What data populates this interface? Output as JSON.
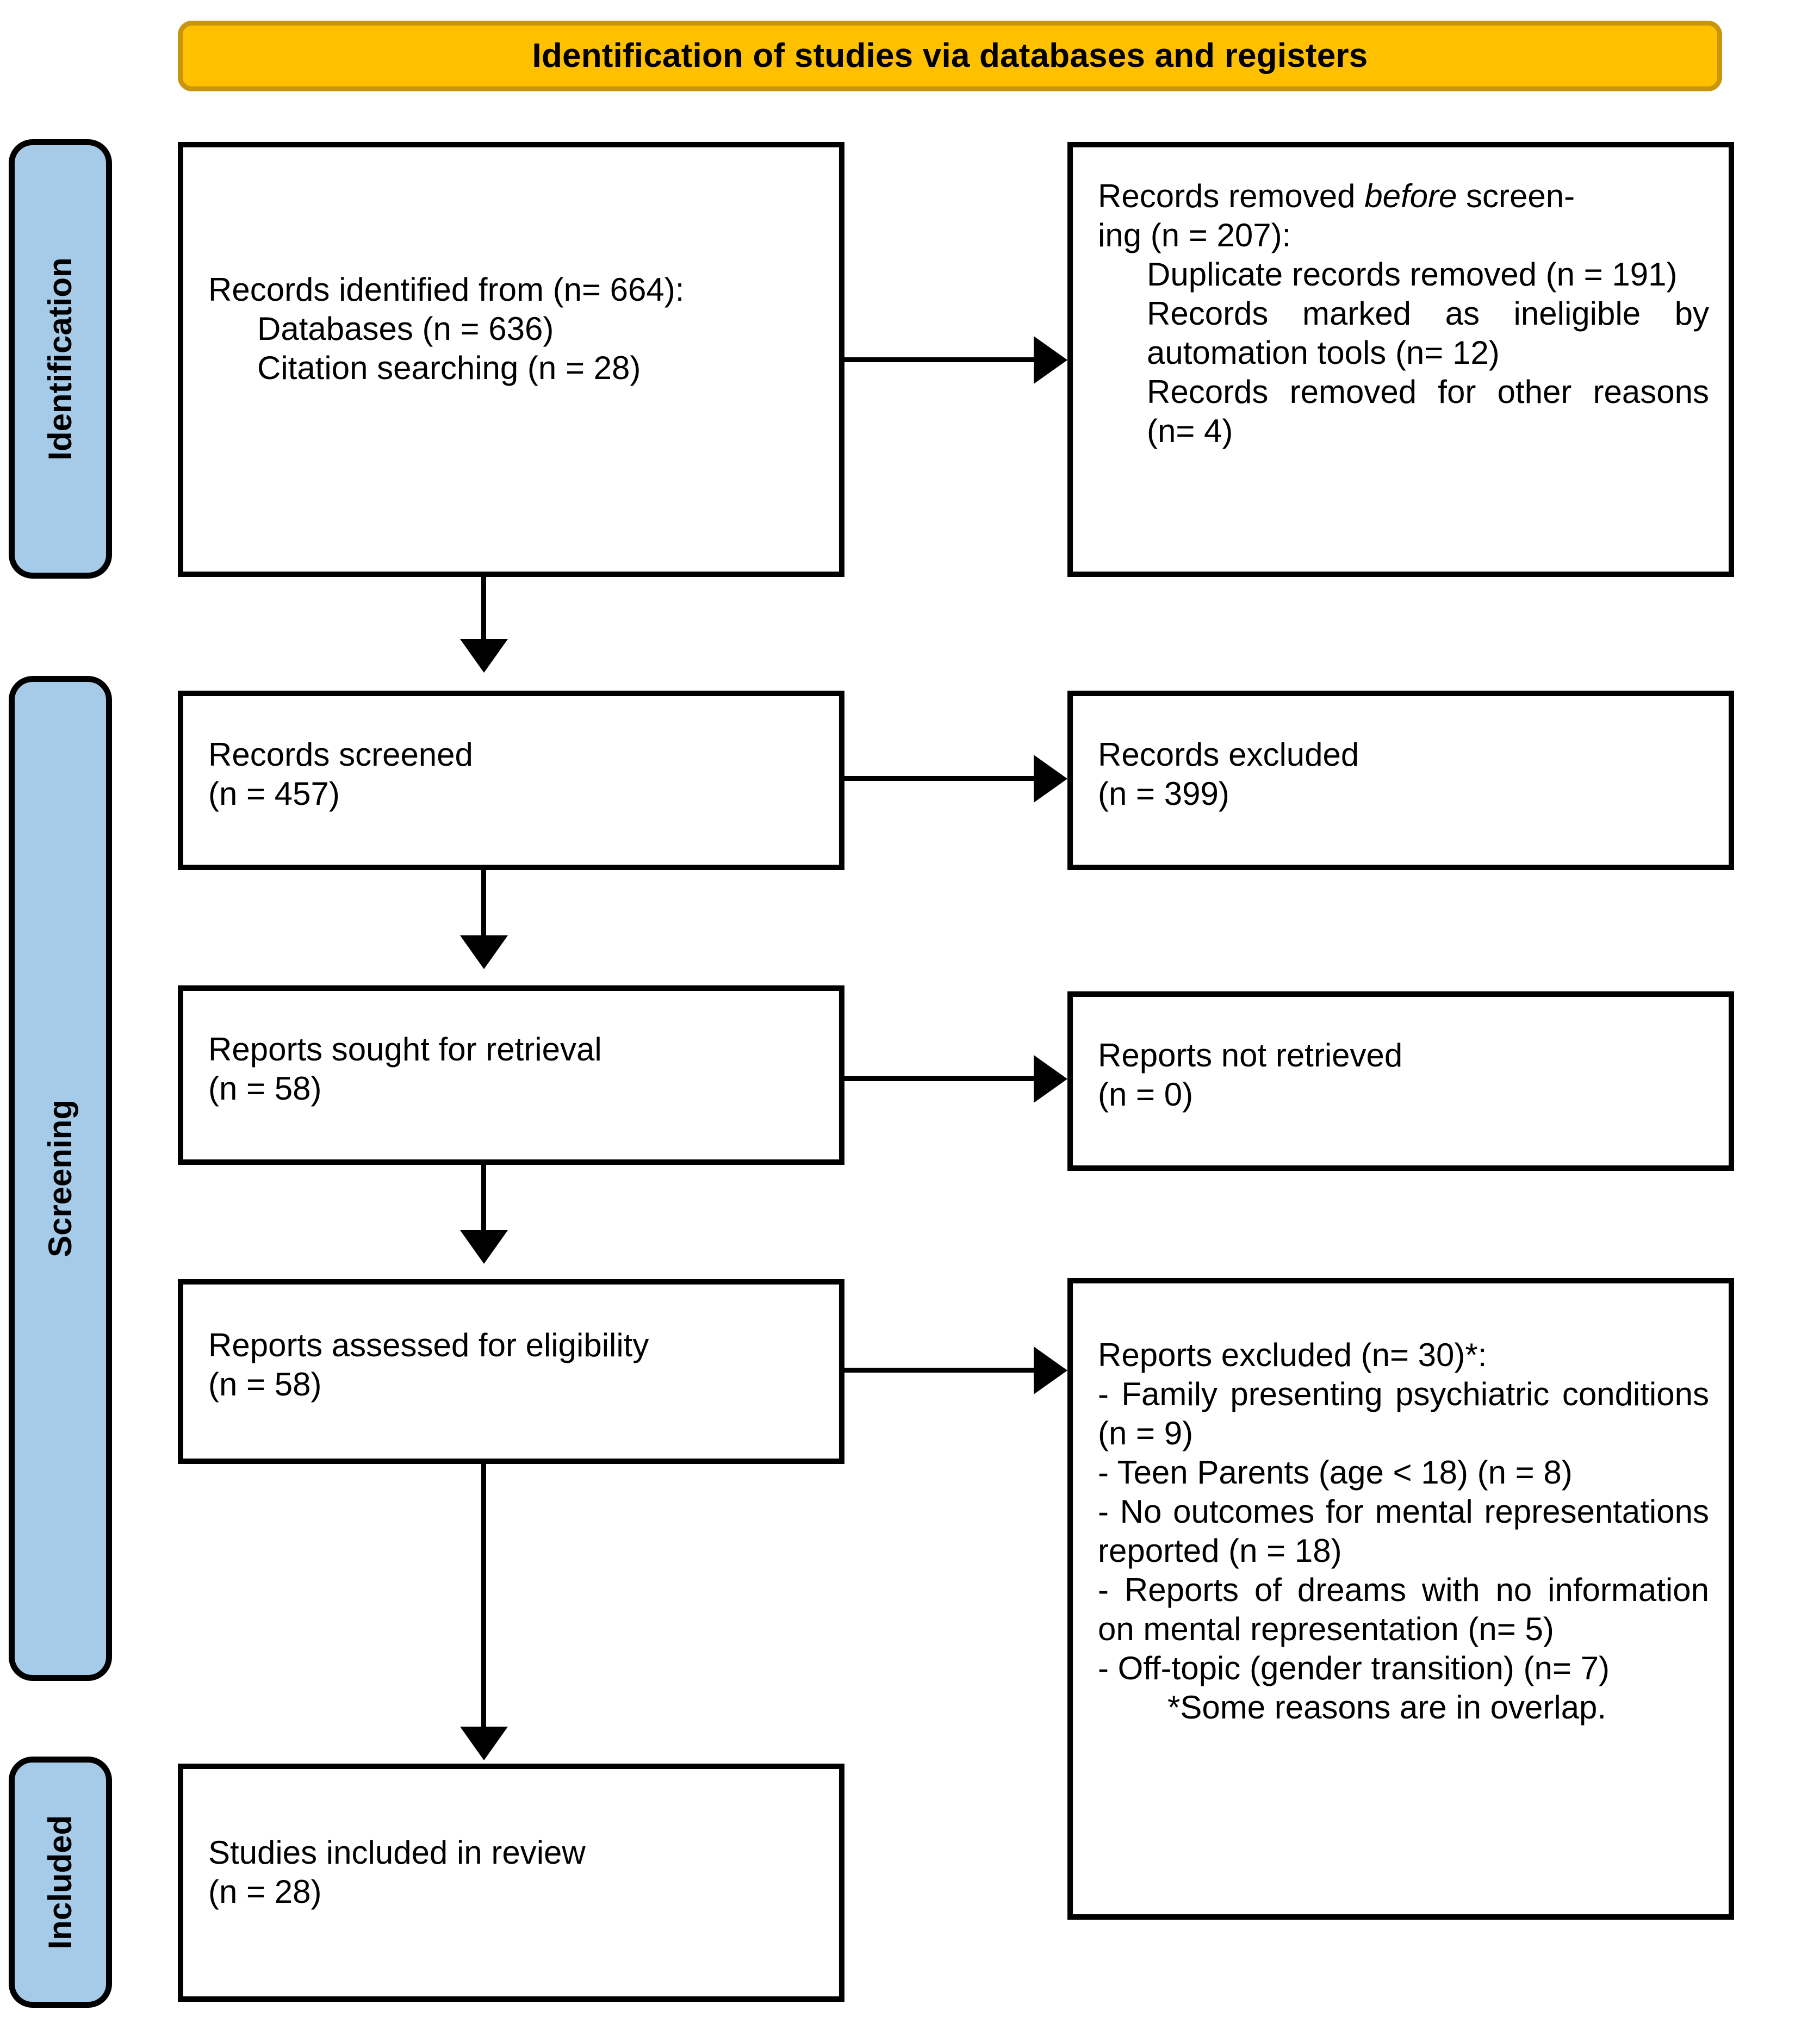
{
  "diagram": {
    "title": "Identification of studies via databases and registers",
    "phases": [
      {
        "id": "identification",
        "label": "Identification"
      },
      {
        "id": "screening",
        "label": "Screening"
      },
      {
        "id": "included",
        "label": "Included"
      }
    ],
    "boxes": {
      "records_identified": {
        "lines": [
          "Records identified from (n= 664):",
          "Databases (n = 636)",
          "Citation searching (n = 28)"
        ]
      },
      "records_removed_before_screening": {
        "line_head_a": "Records removed ",
        "line_head_em": "before",
        "line_head_b": " screen-",
        "line_head_c": "ing (n = 207):",
        "lines": [
          "Duplicate records removed (n = 191)",
          "Records marked as ineligible by automation tools (n= 12)",
          "Records removed for other reasons (n= 4)"
        ]
      },
      "records_screened": {
        "lines": [
          "Records screened",
          "(n = 457)"
        ]
      },
      "records_excluded": {
        "lines": [
          "Records excluded",
          "(n = 399)"
        ]
      },
      "reports_sought": {
        "lines": [
          "Reports sought for retrieval",
          "(n = 58)"
        ]
      },
      "reports_not_retrieved": {
        "lines": [
          "Reports not retrieved",
          "(n = 0)"
        ]
      },
      "reports_assessed": {
        "lines": [
          "Reports assessed for eligibility",
          "(n = 58)"
        ]
      },
      "reports_excluded": {
        "heading": "Reports excluded (n= 30)*:",
        "reasons": [
          "- Family presenting psychiatric conditions (n = 9)",
          "- Teen Parents (age < 18) (n = 8)",
          "- No outcomes for mental representations reported (n = 18)",
          "- Reports of dreams with no information on mental representation (n= 5)",
          "- Off-topic (gender transition) (n= 7)"
        ],
        "footnote": "*Some reasons are in overlap."
      },
      "studies_included": {
        "lines": [
          "Studies included in review",
          "(n = 28)"
        ]
      }
    },
    "colors": {
      "banner_fill": "#FFC000",
      "banner_border": "#C8960C",
      "phase_fill": "#A6CBE8",
      "stroke": "#000000",
      "box_fill": "#FFFFFF"
    }
  }
}
